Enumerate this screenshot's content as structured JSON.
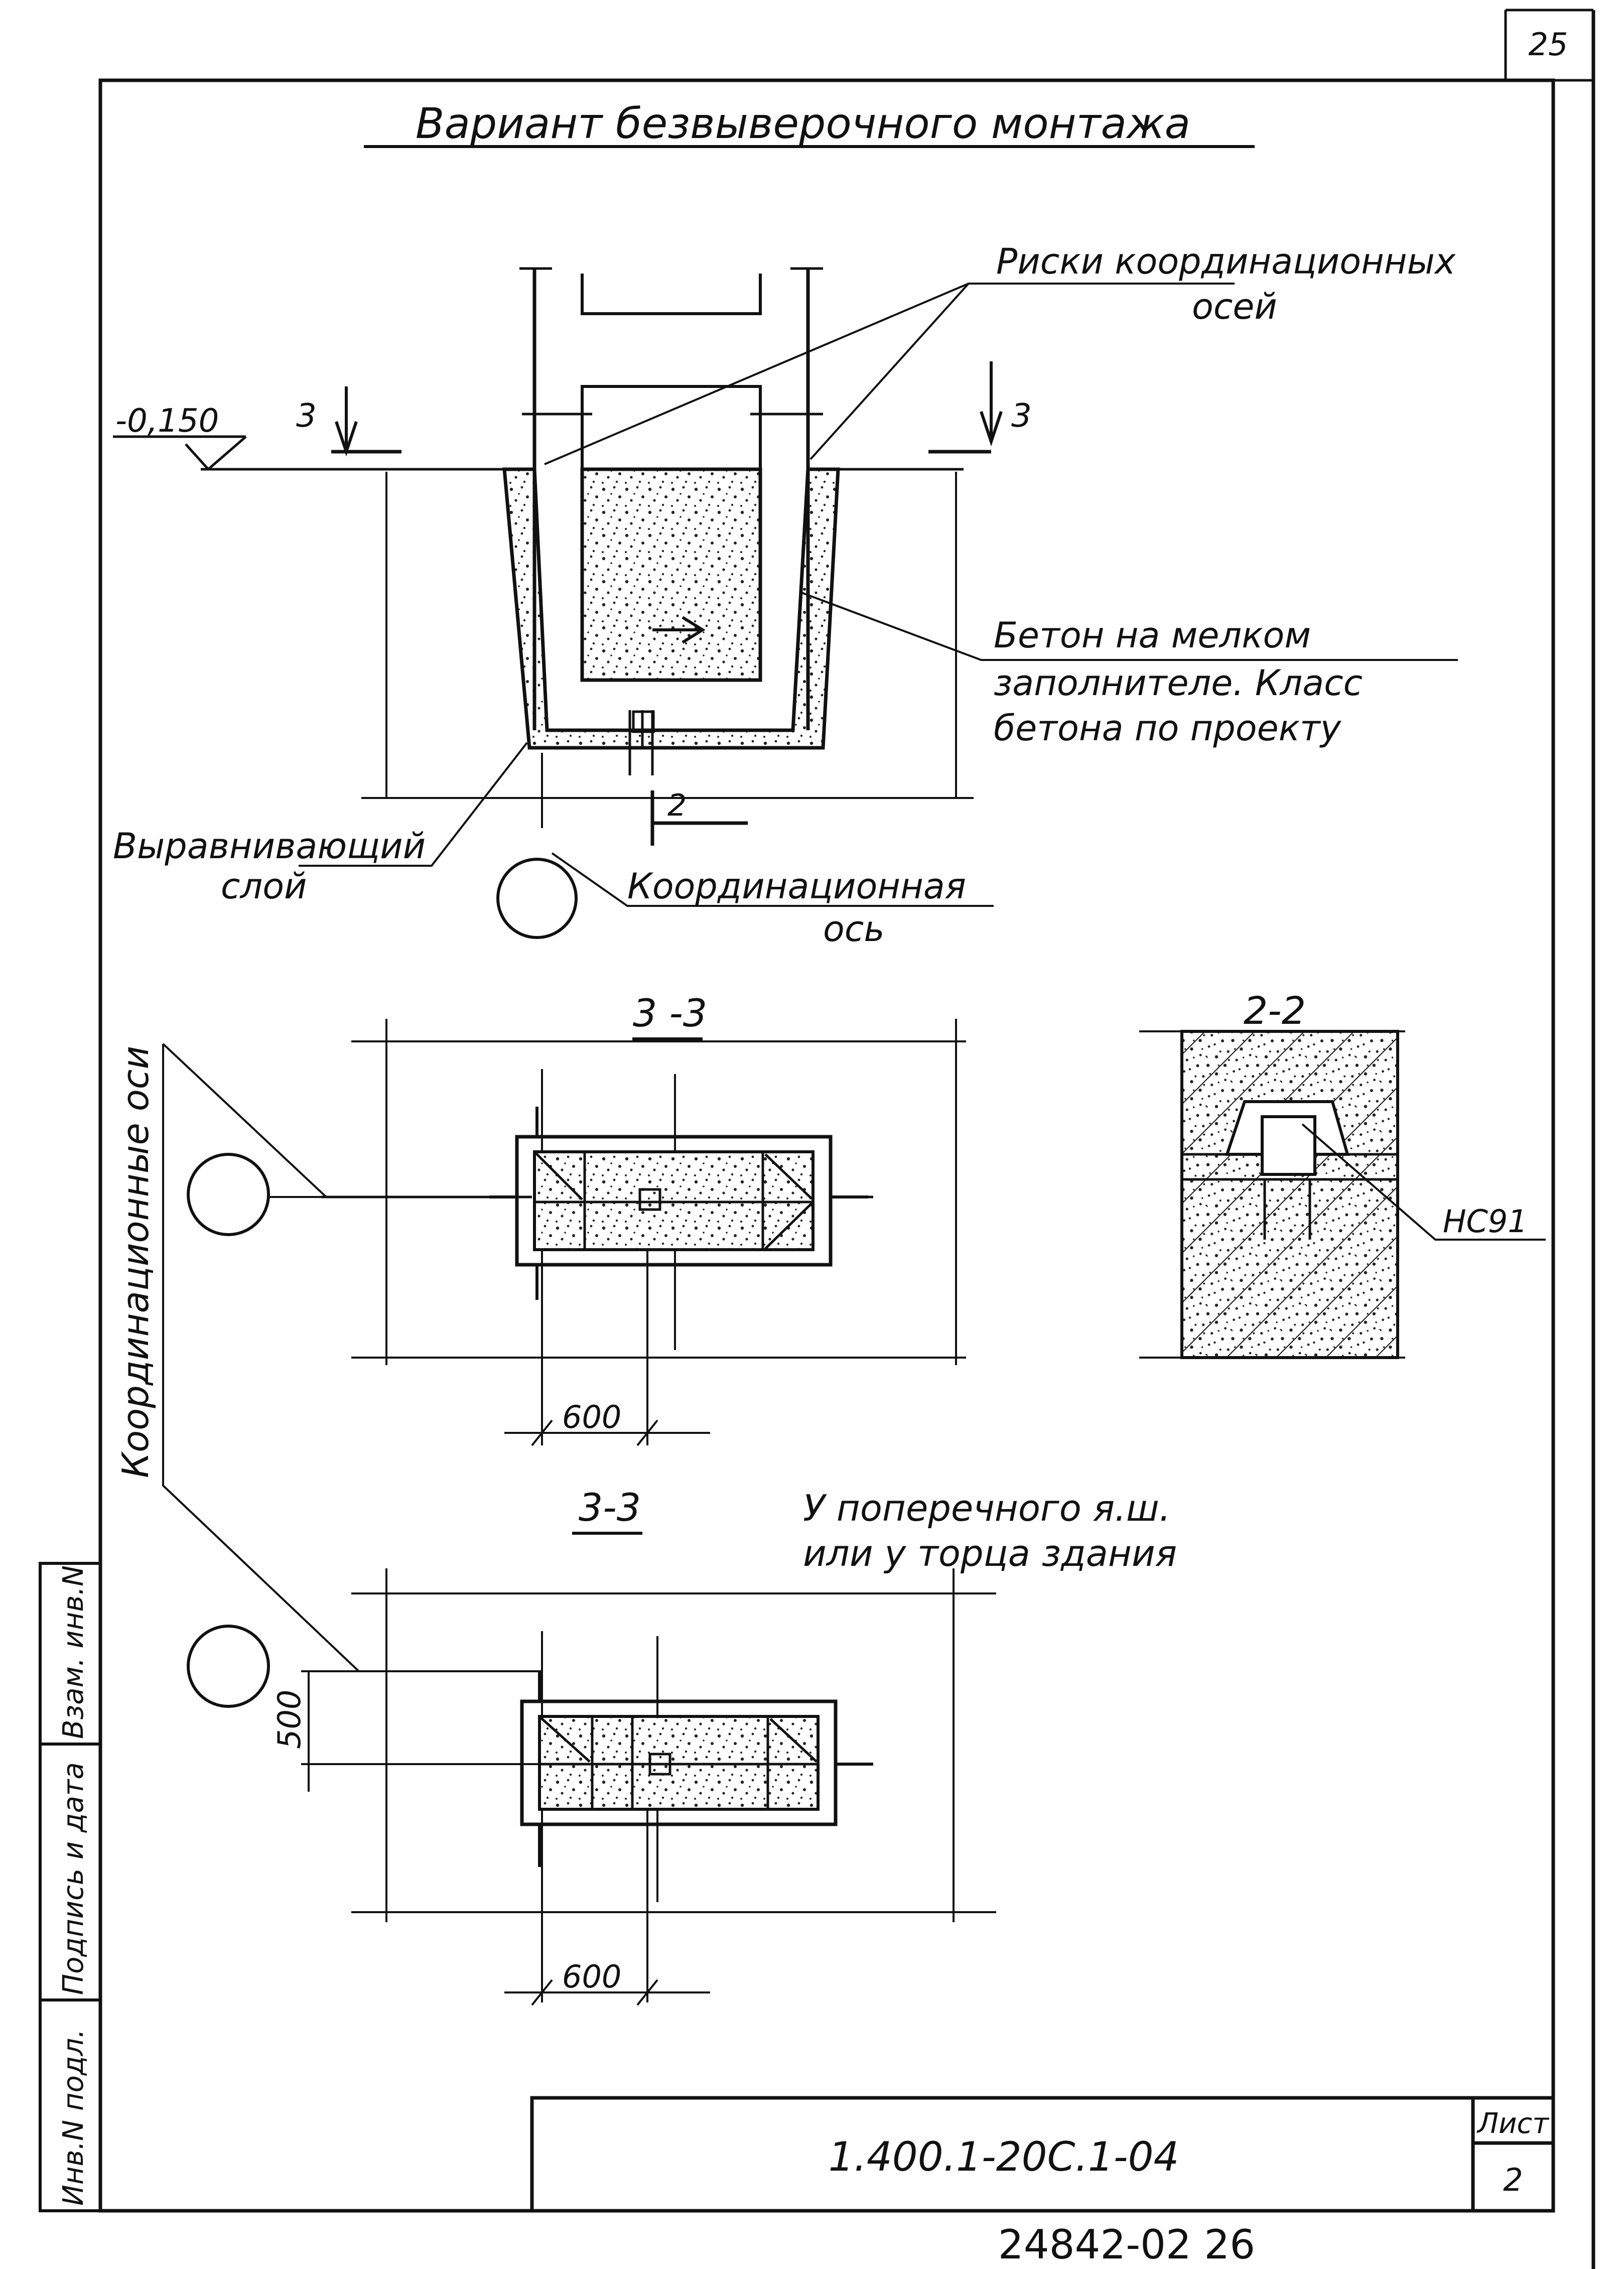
{
  "sheet_corner_number": "25",
  "title": "Вариант безвыверочного монтажа",
  "section_top": {
    "level_mark": "-0,150",
    "section_mark_left": "3",
    "section_mark_right": "3",
    "section_mark_bottom": "2",
    "callout_risks_1": "Риски координационных",
    "callout_risks_2": "осей",
    "callout_concrete_1": "Бетон на мелком",
    "callout_concrete_2": "заполнителе. Класс",
    "callout_concrete_3": "бетона по проекту",
    "callout_leveling_1": "Выравнивающий",
    "callout_leveling_2": "слой",
    "callout_axis_1": "Координационная",
    "callout_axis_2": "ось"
  },
  "plan_a": {
    "title": "3 -3",
    "dimension": "600"
  },
  "detail_2": {
    "title": "2-2",
    "label": "НС91"
  },
  "plan_b": {
    "title": "3-3",
    "note_1": "У поперечного я.ш.",
    "note_2": "или у торца здания",
    "dimension_v": "500",
    "dimension_h": "600"
  },
  "vertical_label": "Координационные оси",
  "side_stamp": [
    "Инв.N подл.",
    "Подпись и дата",
    "Взам. инв.N"
  ],
  "title_block": {
    "code": "1.400.1-20С.1-04",
    "sheet_label": "Лист",
    "sheet_number": "2"
  },
  "archive_number": "24842-02 26"
}
